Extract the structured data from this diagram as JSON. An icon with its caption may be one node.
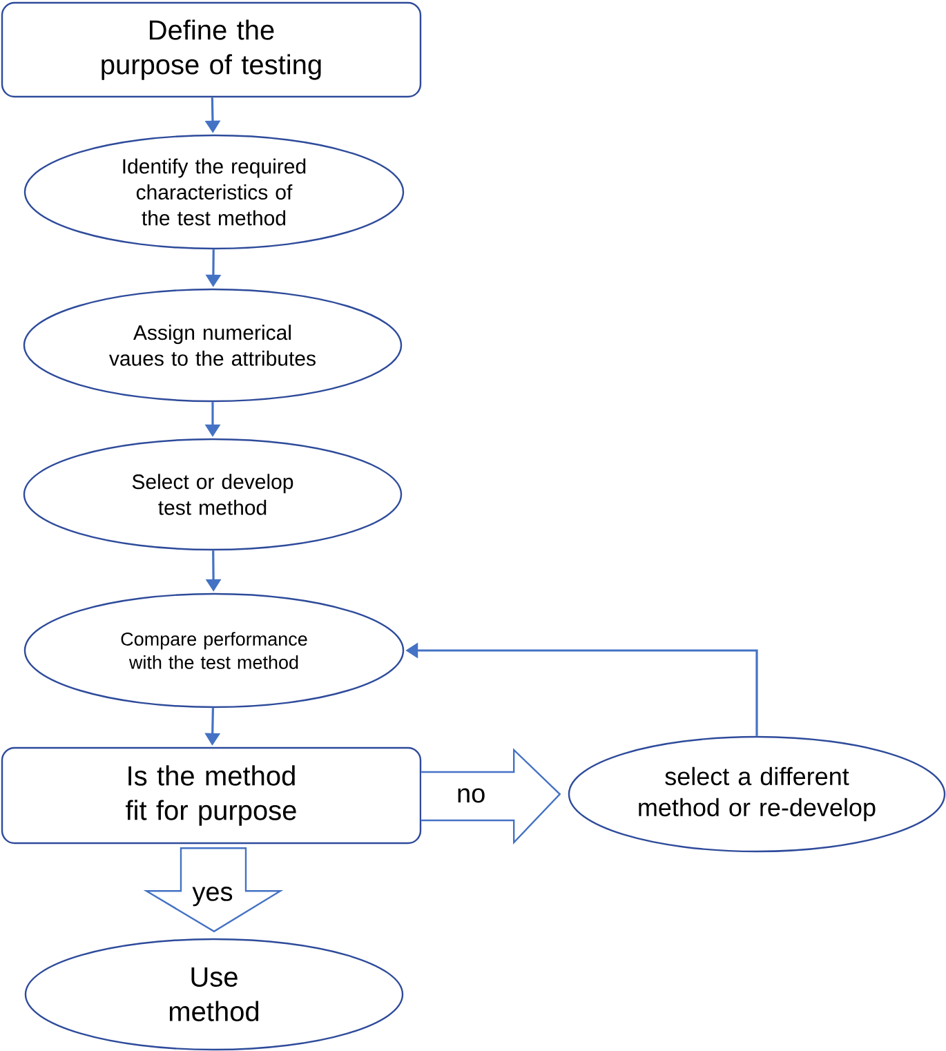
{
  "diagram": {
    "nodes": [
      {
        "text": [
          "Define the purpose of testing"
        ]
      },
      {
        "text": [
          "Identify the required characteristics of the test method"
        ]
      },
      {
        "text": [
          "Assign numerical vaues to the attributes"
        ]
      },
      {
        "text": [
          "Select or develop test method"
        ]
      },
      {
        "text": [
          "Compare performance with the test method"
        ]
      },
      {
        "text": [
          "Is the method fit for purpose"
        ]
      },
      {
        "text": [
          "select a different method or re-develop"
        ]
      },
      {
        "text": [
          "Use method"
        ]
      }
    ],
    "edges": [
      {
        "from": 0,
        "to": 1,
        "arrow": "to"
      },
      {
        "from": 1,
        "to": 2,
        "arrow": "to"
      },
      {
        "from": 2,
        "to": 3,
        "arrow": "to"
      },
      {
        "from": 3,
        "to": 4,
        "arrow": "to"
      },
      {
        "from": 4,
        "to": 5,
        "arrow": "to"
      },
      {
        "from": 5,
        "to": 6,
        "arrow": "to",
        "label": "no",
        "style": "thick"
      },
      {
        "from": 6,
        "to": 4,
        "arrow": "to"
      },
      {
        "from": 5,
        "to": 7,
        "arrow": "to",
        "label": "yes",
        "style": "thick"
      }
    ]
  }
}
